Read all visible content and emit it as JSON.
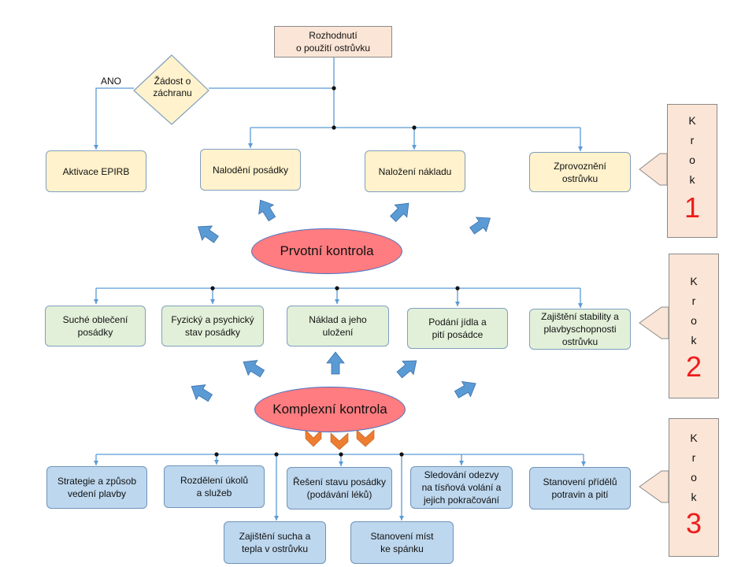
{
  "top_box": "Rozhodnutí\no použití ostrůvku",
  "decision": {
    "text": "Žádost o\nzáchranu",
    "yes_label": "ANO"
  },
  "step1": {
    "boxes": [
      "Aktivace EPIRB",
      "Nalodění posádky",
      "Naložení nákladu",
      "Zprovoznění\nostrůvku"
    ],
    "oval": "Prvotní kontrola"
  },
  "step2": {
    "boxes": [
      "Suché oblečení\nposádky",
      "Fyzický a psychický\nstav posádky",
      "Náklad a jeho\nuložení",
      "Podání jídla a\npití posádce",
      "Zajištění stability a\nplavbyschopnosti\nostrůvku"
    ],
    "oval": "Komplexní kontrola"
  },
  "step3": {
    "boxes": [
      "Strategie a způsob\nvedení plavby",
      "Rozdělení úkolů\na služeb",
      "Řešení stavu posádky\n(podávání léků)",
      "Sledování odezvy\nna tísňová volání a\njejich pokračování",
      "Stanovení přídělů\npotravin a pití",
      "Zajištění sucha a\ntepla v ostrůvku",
      "Stanovení míst\nke spánku"
    ]
  },
  "steps": [
    {
      "letters": "K\nr\no\nk",
      "number": "1"
    },
    {
      "letters": "K\nr\no\nk",
      "number": "2"
    },
    {
      "letters": "K\nr\no\nk",
      "number": "3"
    }
  ],
  "colors": {
    "arrow": "#5b9bd5",
    "chevron": "#ed7d31",
    "oval": "#ff7c80",
    "step_number": "#ee1c1c"
  }
}
